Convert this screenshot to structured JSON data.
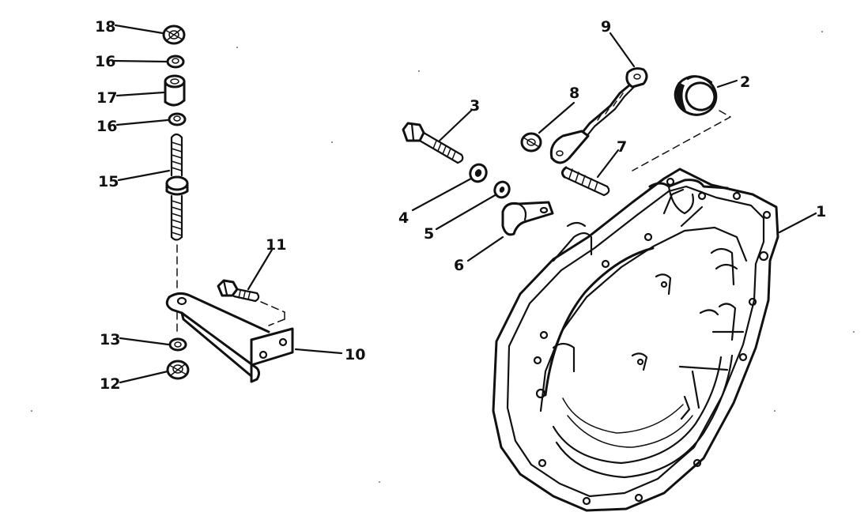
{
  "diagram": {
    "callouts": [
      {
        "id": "c1",
        "label": "1"
      },
      {
        "id": "c2",
        "label": "2"
      },
      {
        "id": "c3",
        "label": "3"
      },
      {
        "id": "c4",
        "label": "4"
      },
      {
        "id": "c5",
        "label": "5"
      },
      {
        "id": "c6",
        "label": "6"
      },
      {
        "id": "c7",
        "label": "7"
      },
      {
        "id": "c8",
        "label": "8"
      },
      {
        "id": "c9",
        "label": "9"
      },
      {
        "id": "c10",
        "label": "10"
      },
      {
        "id": "c11",
        "label": "11"
      },
      {
        "id": "c12",
        "label": "12"
      },
      {
        "id": "c13",
        "label": "13"
      },
      {
        "id": "c15",
        "label": "15"
      },
      {
        "id": "c16a",
        "label": "16"
      },
      {
        "id": "c16b",
        "label": "16"
      },
      {
        "id": "c17",
        "label": "17"
      },
      {
        "id": "c18",
        "label": "18"
      }
    ]
  }
}
